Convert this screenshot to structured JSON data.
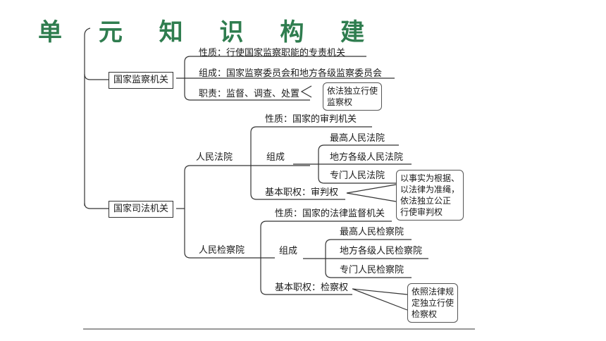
{
  "title": "单 元 知 识 构 建",
  "jiancha": {
    "label": "国家监察机关",
    "nature": "性质：行使国家监察职能的专责机关",
    "composition": "组成：国家监察委员会和地方各级监察委员会",
    "duty": "职责：监督、调查、处置",
    "note": "依法独立行使\n监察权"
  },
  "sifa": {
    "label": "国家司法机关",
    "court": {
      "label": "人民法院",
      "nature": "性质：国家的审判机关",
      "composition_label": "组成",
      "members": [
        "最高人民法院",
        "地方各级人民法院",
        "专门人民法院"
      ],
      "power": "基本职权：审判权",
      "note": "以事实为根据、\n以法律为准绳，\n依法独立公正\n行使审判权"
    },
    "procuratorate": {
      "label": "人民检察院",
      "nature": "性质：国家的法律监督机关",
      "composition_label": "组成",
      "members": [
        "最高人民检察院",
        "地方各级人民检察院",
        "专门人民检察院"
      ],
      "power": "基本职权：检察权",
      "note": "依照法律规\n定独立行使\n检察权"
    }
  }
}
